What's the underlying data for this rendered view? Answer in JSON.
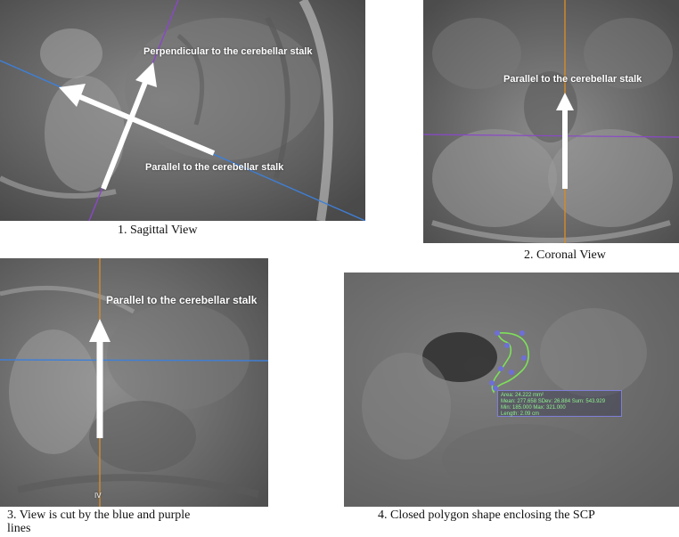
{
  "panel1": {
    "label_perpendicular": "Perpendicular to the cerebellar stalk",
    "label_parallel": "Parallel to the cerebellar stalk",
    "caption": "1. Sagittal View"
  },
  "panel2": {
    "label_parallel": "Parallel to the cerebellar stalk",
    "caption": "2. Coronal View"
  },
  "panel3": {
    "label_parallel": "Parallel to the cerebellar stalk",
    "corner_mark": "IV",
    "caption_line1": "3. View is cut by the blue and purple",
    "caption_line2": "lines"
  },
  "panel4": {
    "roi_area": "Area: 24.222 mm²",
    "roi_mean": "Mean: 277.658   SDev: 26.884   Sum: 543.929",
    "roi_minmax": "Min: 185.000   Max: 321.000",
    "roi_length": "Length: 2.09 cm",
    "caption": "4. Closed polygon shape enclosing the SCP"
  },
  "colors": {
    "blue_line": "#3f7fd6",
    "purple_line": "#8a48c8",
    "orange_line": "#d68a2a",
    "roi_curve": "#7ee05a",
    "roi_point": "#6e6ed8",
    "arrow": "#ffffff"
  }
}
